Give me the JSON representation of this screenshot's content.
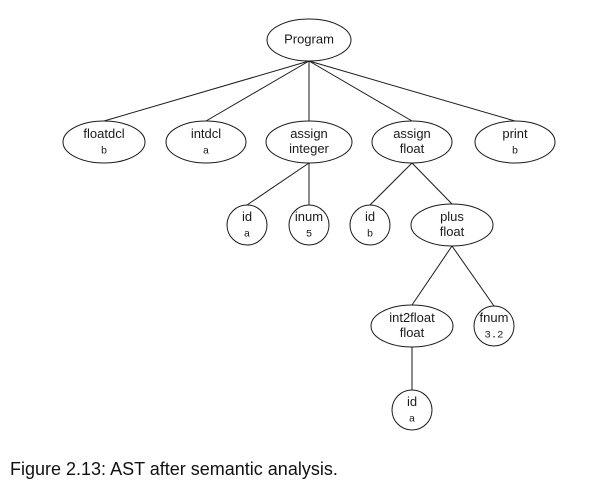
{
  "nodes": [
    {
      "id": "program",
      "lines": [
        "Program"
      ],
      "sub": ""
    },
    {
      "id": "floatdcl",
      "lines": [
        "floatdcl"
      ],
      "sub": "b"
    },
    {
      "id": "intdcl",
      "lines": [
        "intdcl"
      ],
      "sub": "a"
    },
    {
      "id": "assign-integer",
      "lines": [
        "assign",
        "integer"
      ],
      "sub": ""
    },
    {
      "id": "assign-float",
      "lines": [
        "assign",
        "float"
      ],
      "sub": ""
    },
    {
      "id": "print",
      "lines": [
        "print"
      ],
      "sub": "b"
    },
    {
      "id": "id-a",
      "lines": [
        "id"
      ],
      "sub": "a"
    },
    {
      "id": "inum",
      "lines": [
        "inum"
      ],
      "sub": "5"
    },
    {
      "id": "id-b",
      "lines": [
        "id"
      ],
      "sub": "b"
    },
    {
      "id": "plus-float",
      "lines": [
        "plus",
        "float"
      ],
      "sub": ""
    },
    {
      "id": "int2float-float",
      "lines": [
        "int2float",
        "float"
      ],
      "sub": ""
    },
    {
      "id": "fnum",
      "lines": [
        "fnum"
      ],
      "sub": "3.2"
    },
    {
      "id": "id-a-bottom",
      "lines": [
        "id"
      ],
      "sub": "a"
    }
  ],
  "edges": [
    [
      "program",
      "floatdcl"
    ],
    [
      "program",
      "intdcl"
    ],
    [
      "program",
      "assign-integer"
    ],
    [
      "program",
      "assign-float"
    ],
    [
      "program",
      "print"
    ],
    [
      "assign-integer",
      "id-a"
    ],
    [
      "assign-integer",
      "inum"
    ],
    [
      "assign-float",
      "id-b"
    ],
    [
      "assign-float",
      "plus-float"
    ],
    [
      "plus-float",
      "int2float-float"
    ],
    [
      "plus-float",
      "fnum"
    ],
    [
      "int2float-float",
      "id-a-bottom"
    ]
  ],
  "caption": "Figure 2.13: AST after semantic analysis."
}
